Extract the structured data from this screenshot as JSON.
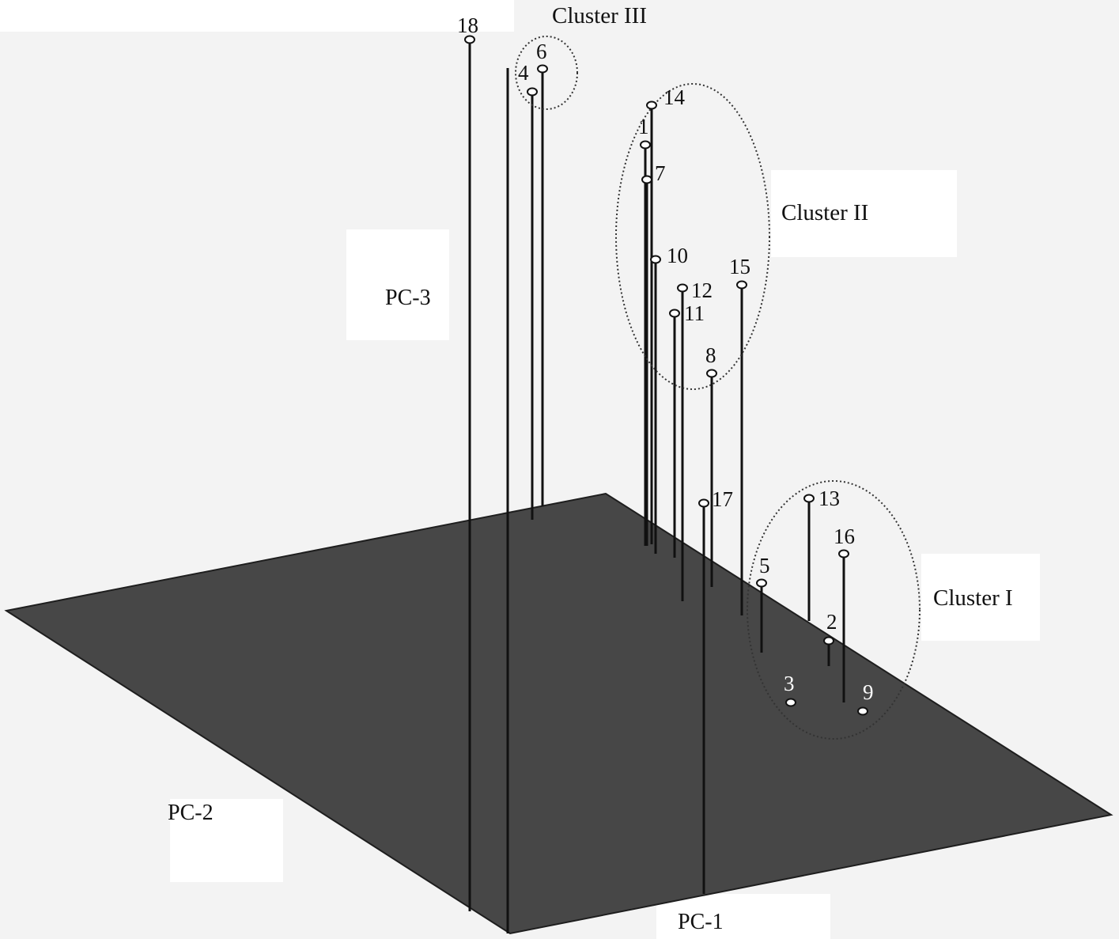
{
  "chart_data": {
    "type": "scatter",
    "projection": "3d-stem",
    "axes": {
      "x": "PC-1",
      "y": "PC-2",
      "z": "PC-3"
    },
    "grid": false,
    "points": [
      {
        "label": "1",
        "cluster": "II"
      },
      {
        "label": "2",
        "cluster": "I"
      },
      {
        "label": "3",
        "cluster": "I"
      },
      {
        "label": "4",
        "cluster": "III"
      },
      {
        "label": "5",
        "cluster": "I"
      },
      {
        "label": "6",
        "cluster": "III"
      },
      {
        "label": "7",
        "cluster": "II"
      },
      {
        "label": "8",
        "cluster": "II"
      },
      {
        "label": "9",
        "cluster": "I"
      },
      {
        "label": "10",
        "cluster": "II"
      },
      {
        "label": "11",
        "cluster": "II"
      },
      {
        "label": "12",
        "cluster": "II"
      },
      {
        "label": "13",
        "cluster": "I"
      },
      {
        "label": "14",
        "cluster": "II"
      },
      {
        "label": "15",
        "cluster": "II"
      },
      {
        "label": "16",
        "cluster": "I"
      },
      {
        "label": "17",
        "cluster": null
      },
      {
        "label": "18",
        "cluster": null
      }
    ],
    "clusters": [
      {
        "id": "I",
        "label": "Cluster I",
        "members": [
          "2",
          "3",
          "5",
          "9",
          "13",
          "16"
        ]
      },
      {
        "id": "II",
        "label": "Cluster II",
        "members": [
          "1",
          "7",
          "8",
          "10",
          "11",
          "12",
          "14",
          "15"
        ]
      },
      {
        "id": "III",
        "label": "Cluster III",
        "members": [
          "4",
          "6"
        ]
      }
    ]
  }
}
